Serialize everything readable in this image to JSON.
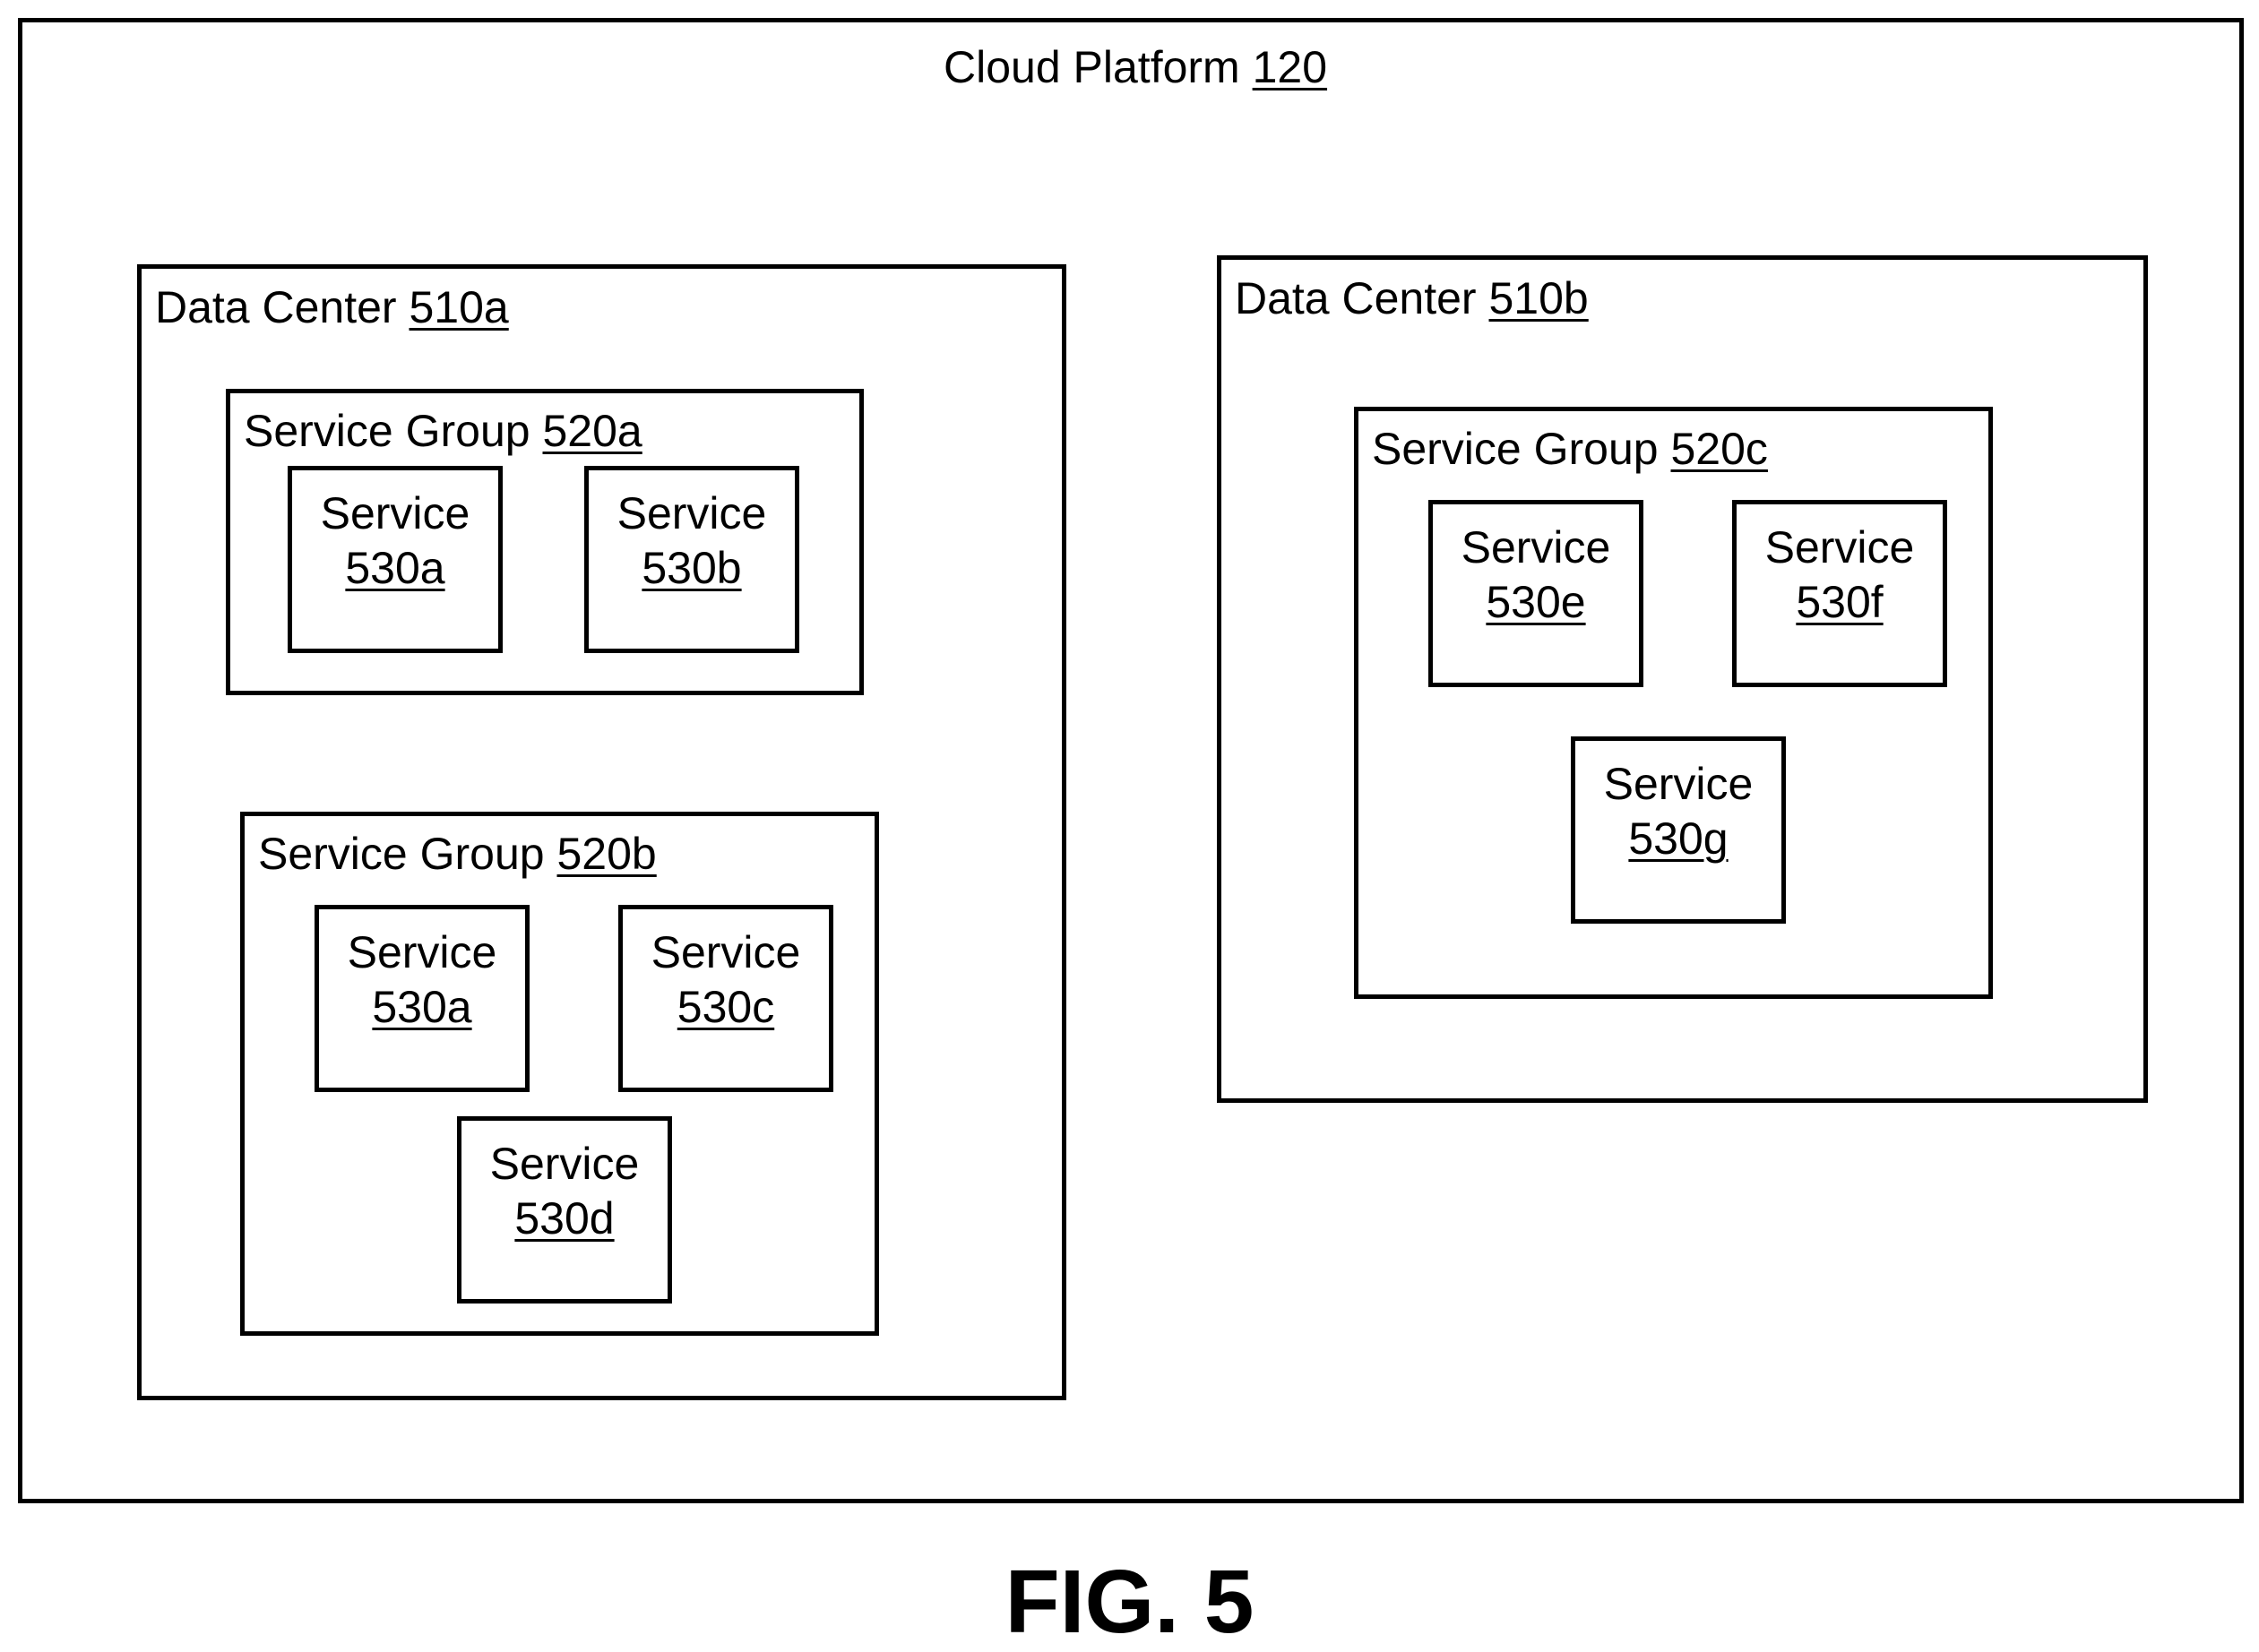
{
  "platform": {
    "name": "Cloud Platform",
    "ref": "120"
  },
  "data_centers": [
    {
      "name": "Data Center",
      "ref": "510a",
      "groups": [
        {
          "name": "Service Group",
          "ref": "520a",
          "services": [
            {
              "name": "Service",
              "ref": "530a"
            },
            {
              "name": "Service",
              "ref": "530b"
            }
          ]
        },
        {
          "name": "Service Group",
          "ref": "520b",
          "services": [
            {
              "name": "Service",
              "ref": "530a"
            },
            {
              "name": "Service",
              "ref": "530c"
            },
            {
              "name": "Service",
              "ref": "530d"
            }
          ]
        }
      ]
    },
    {
      "name": "Data Center",
      "ref": "510b",
      "groups": [
        {
          "name": "Service Group",
          "ref": "520c",
          "services": [
            {
              "name": "Service",
              "ref": "530e"
            },
            {
              "name": "Service",
              "ref": "530f"
            },
            {
              "name": "Service",
              "ref": "530g"
            }
          ]
        }
      ]
    }
  ],
  "figure_label": "FIG. 5"
}
